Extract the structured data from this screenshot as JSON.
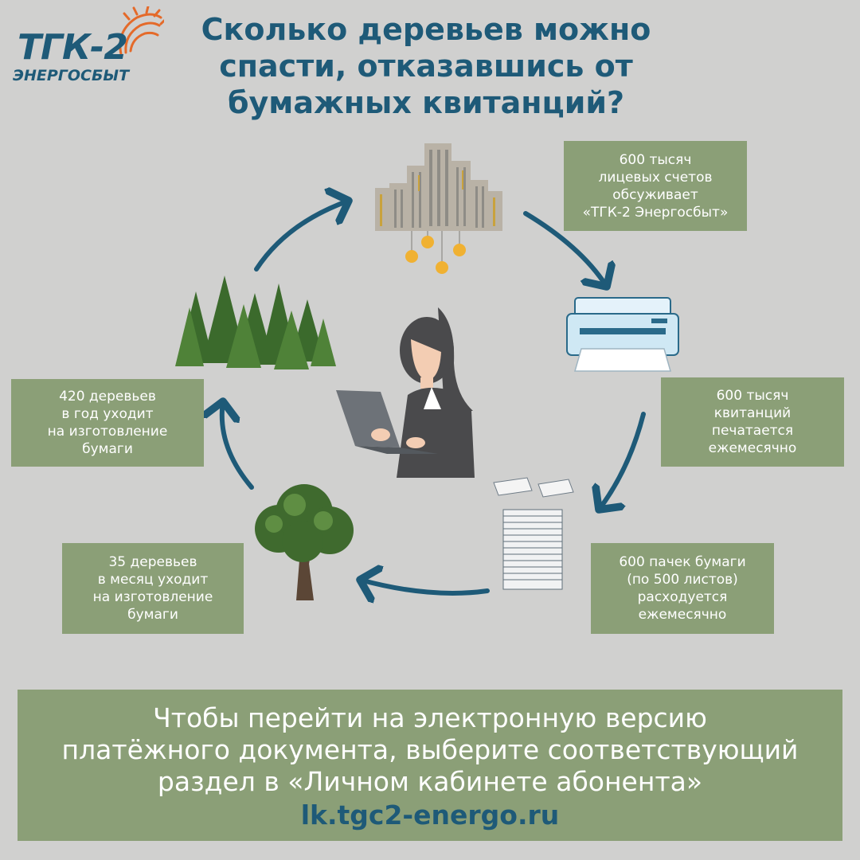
{
  "logo": {
    "main": "ТГК-2",
    "sub": "ЭНЕРГОСБЫТ"
  },
  "title": {
    "line1": "Сколько деревьев можно",
    "line2": "спасти, отказавшись от",
    "line3": "бумажных квитанций?"
  },
  "boxes": {
    "accounts": {
      "line1": "600 тысяч",
      "line2": "лицевых счетов",
      "line3": "обсуживает",
      "line4": "«ТГК-2 Энергосбыт»"
    },
    "receipts": {
      "line1": "600 тысяч",
      "line2": "квитанций",
      "line3": "печатается",
      "line4": "ежемесячно"
    },
    "packs": {
      "line1": "600 пачек бумаги",
      "line2": "(по 500 листов)",
      "line3": "расходуется",
      "line4": "ежемесячно"
    },
    "month": {
      "line1": "35 деревьев",
      "line2": "в месяц уходит",
      "line3": "на изготовление",
      "line4": "бумаги"
    },
    "year": {
      "line1": "420 деревьев",
      "line2": "в год уходит",
      "line3": "на изготовление",
      "line4": "бумаги"
    }
  },
  "banner": {
    "line1": "Чтобы перейти на электронную версию",
    "line2": "платёжного документа, выберите соответствующий",
    "line3": "раздел в «Личном кабинете абонента»",
    "link": "lk.tgc2-energo.ru"
  },
  "colors": {
    "background": "#d0d0cf",
    "brand_blue": "#1e5a78",
    "box_green": "#8b9f77",
    "logo_orange": "#e46a2a"
  },
  "icons": [
    "sun-rays-icon",
    "city-buildings-icon",
    "light-bulbs-icon",
    "printer-icon",
    "paper-stack-icon",
    "oak-tree-icon",
    "pine-forest-icon",
    "woman-laptop-icon",
    "cycle-arrow-icon"
  ]
}
